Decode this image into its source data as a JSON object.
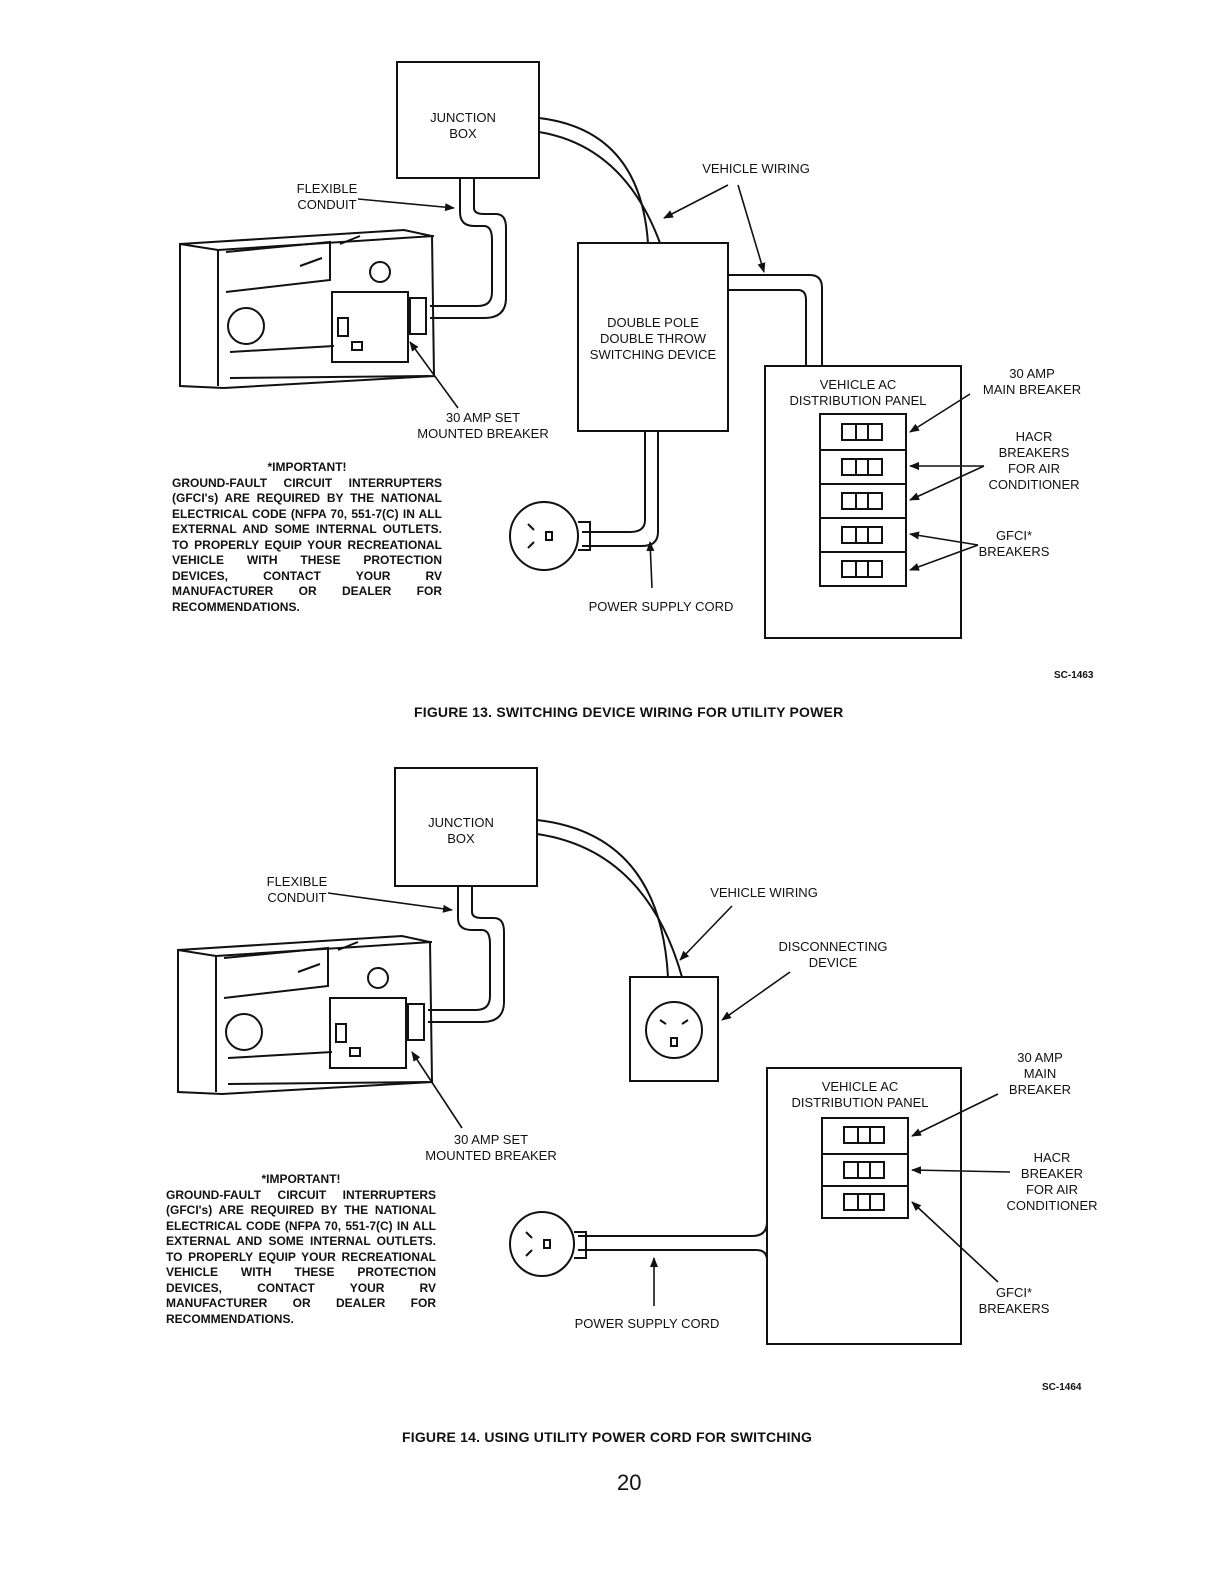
{
  "figure13": {
    "junction_box": "JUNCTION\nBOX",
    "flexible_conduit": "FLEXIBLE\nCONDUIT",
    "vehicle_wiring": "VEHICLE WIRING",
    "switching_device": "DOUBLE POLE\nDOUBLE THROW\nSWITCHING DEVICE",
    "breaker_set": "30 AMP SET\nMOUNTED BREAKER",
    "panel": "VEHICLE AC\nDISTRIBUTION PANEL",
    "main_breaker": "30 AMP\nMAIN BREAKER",
    "hacr": "HACR\nBREAKERS\nFOR AIR\nCONDITIONER",
    "gfci": "GFCI*\nBREAKERS",
    "power_cord": "POWER SUPPLY CORD",
    "important_title": "*IMPORTANT!",
    "important_text": "GROUND-FAULT CIRCUIT INTERRUPTERS (GFCI's) ARE REQUIRED BY THE NATIONAL ELECTRICAL CODE (NFPA 70, 551-7(C) IN ALL EXTERNAL AND SOME INTERNAL OUTLETS. TO PROPERLY EQUIP YOUR RECREATIONAL VEHICLE WITH THESE PROTECTION DEVICES, CONTACT YOUR RV MANUFACTURER OR DEALER FOR RECOMMENDATIONS.",
    "code": "SC-1463",
    "caption": "FIGURE 13. SWITCHING DEVICE WIRING FOR UTILITY POWER"
  },
  "figure14": {
    "junction_box": "JUNCTION\nBOX",
    "flexible_conduit": "FLEXIBLE\nCONDUIT",
    "vehicle_wiring": "VEHICLE WIRING",
    "disconnecting": "DISCONNECTING\nDEVICE",
    "breaker_set": "30 AMP SET\nMOUNTED BREAKER",
    "panel": "VEHICLE AC\nDISTRIBUTION PANEL",
    "main_breaker": "30 AMP\nMAIN\nBREAKER",
    "hacr": "HACR\nBREAKER\nFOR AIR\nCONDITIONER",
    "gfci": "GFCI*\nBREAKERS",
    "power_cord": "POWER SUPPLY CORD",
    "important_title": "*IMPORTANT!",
    "important_text": "GROUND-FAULT CIRCUIT INTERRUPTERS (GFCI's) ARE REQUIRED BY THE NATIONAL ELECTRICAL CODE (NFPA 70, 551-7(C) IN ALL EXTERNAL AND SOME INTERNAL OUTLETS. TO PROPERLY EQUIP YOUR RECREATIONAL VEHICLE WITH THESE PROTECTION DEVICES, CONTACT YOUR RV MANUFACTURER OR DEALER FOR RECOMMENDATIONS.",
    "code": "SC-1464",
    "caption": "FIGURE 14. USING UTILITY POWER CORD FOR SWITCHING"
  },
  "page_number": "20"
}
